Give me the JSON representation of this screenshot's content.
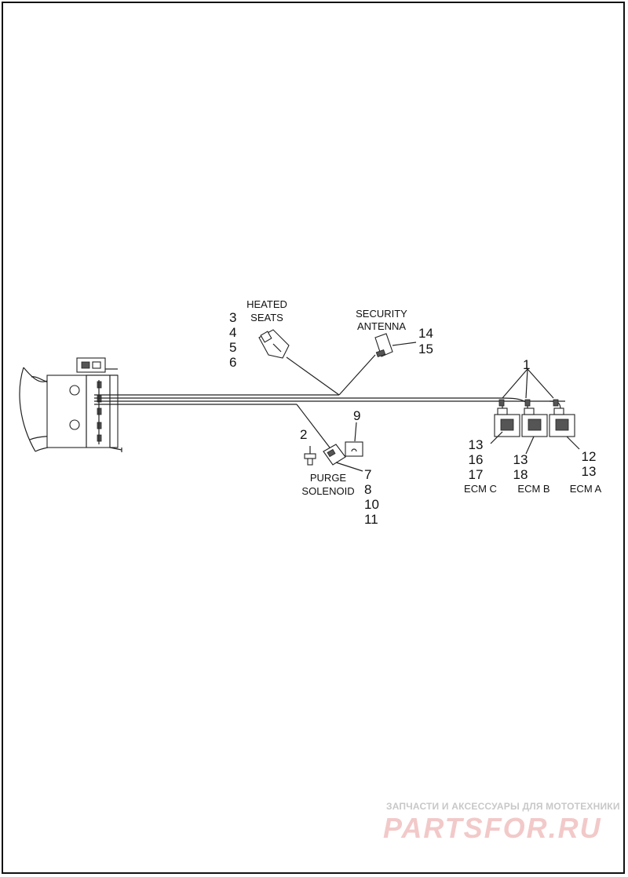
{
  "labels": {
    "heated_seats": [
      "HEATED",
      "SEATS"
    ],
    "security_antenna": [
      "SECURITY",
      "ANTENNA"
    ],
    "purge_solenoid": [
      "PURGE",
      "SOLENOID"
    ],
    "ecm_c": "ECM C",
    "ecm_b": "ECM B",
    "ecm_a": "ECM A"
  },
  "callouts": {
    "heated_seats": [
      "3",
      "4",
      "5",
      "6"
    ],
    "security_antenna": [
      "14",
      "15"
    ],
    "top_connectors": "1",
    "plug": "2",
    "purge_connector": "9",
    "purge_solenoid": [
      "7",
      "8",
      "10",
      "11"
    ],
    "ecm_c": [
      "13",
      "16",
      "17"
    ],
    "ecm_b": [
      "13",
      "18"
    ],
    "ecm_a": [
      "12",
      "13"
    ]
  },
  "watermark": {
    "caption": "ЗАПЧАСТИ И АКСЕССУАРЫ ДЛЯ МОТОТЕХНИКИ",
    "logo": "PARTSFOR.RU"
  }
}
